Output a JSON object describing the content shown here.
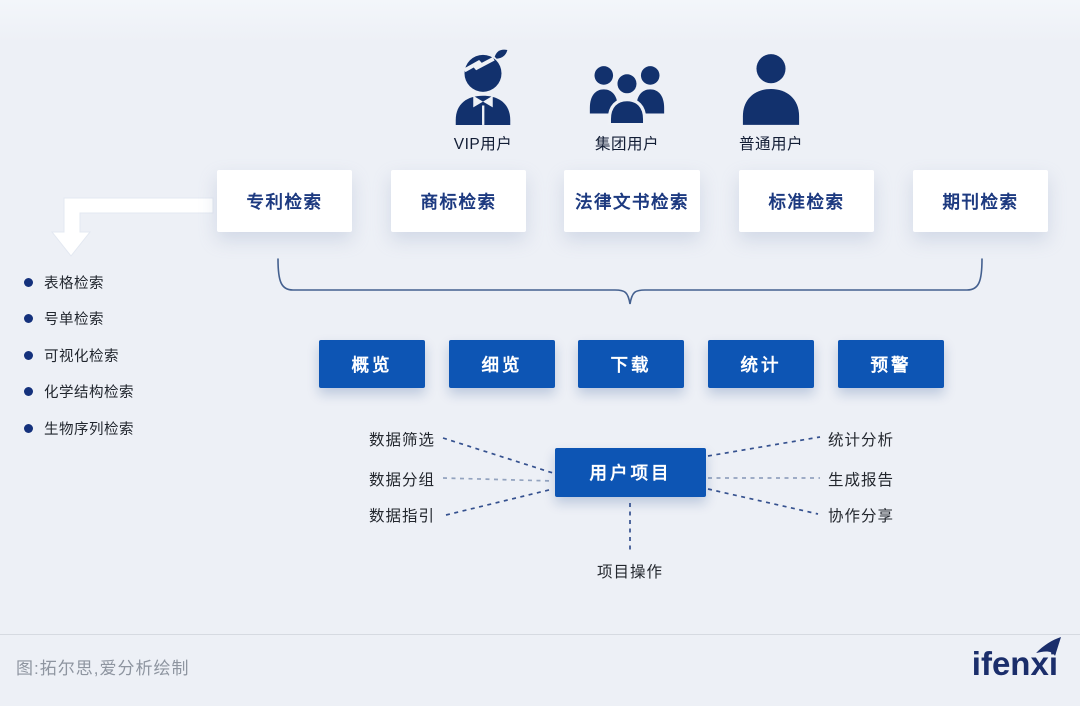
{
  "users": [
    {
      "label": "VIP用户"
    },
    {
      "label": "集团用户"
    },
    {
      "label": "普通用户"
    }
  ],
  "search_boxes": {
    "items": [
      "专利检索",
      "商标检索",
      "法律文书检索",
      "标准检索",
      "期刊检索"
    ]
  },
  "side_list": {
    "items": [
      "表格检索",
      "号单检索",
      "可视化检索",
      "化学结构检索",
      "生物序列检索"
    ]
  },
  "function_boxes": {
    "items": [
      "概览",
      "细览",
      "下载",
      "统计",
      "预警"
    ]
  },
  "project": {
    "center_label": "用户项目",
    "left_items": [
      "数据筛选",
      "数据分组",
      "数据指引"
    ],
    "right_items": [
      "统计分析",
      "生成报告",
      "协作分享"
    ],
    "bottom_item": "项目操作"
  },
  "footer": {
    "caption": "图:拓尔思,爱分析绘制",
    "logo_text": "ifenxi"
  },
  "colors": {
    "background": "#edf0f6",
    "navy_icon": "#12316d",
    "box_blue": "#0d55b4",
    "white_box_text": "#1d3a80",
    "dashed_dark": "#35518f",
    "dashed_light": "#93a3bf",
    "caption_gray": "#8e95a0",
    "logo_navy": "#1b2e6b"
  }
}
